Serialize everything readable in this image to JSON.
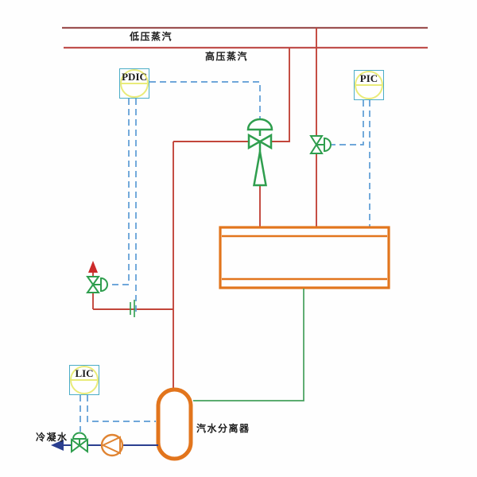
{
  "diagram": {
    "streams": {
      "low_pressure_steam": "低压蒸汽",
      "high_pressure_steam": "高压蒸汽",
      "condensate": "冷凝水"
    },
    "equipment": {
      "separator": "汽水分离器"
    },
    "instruments": {
      "pdic": "PDIC",
      "pic": "PIC",
      "lic": "LIC"
    },
    "colors": {
      "header_line_low": "#9c5252",
      "header_line_high": "#c0504d",
      "steam_pipe": "#c2453a",
      "signal_line": "#5b9bd5",
      "valve_green": "#2f9e4e",
      "equipment_orange": "#e2751d",
      "pump_orange": "#e08432",
      "condensate_pipe": "#2b3f90",
      "vent_arrow": "#cc2a2a",
      "instrument_border": "#4bacc6",
      "instrument_circle": "#e9eb79"
    }
  }
}
